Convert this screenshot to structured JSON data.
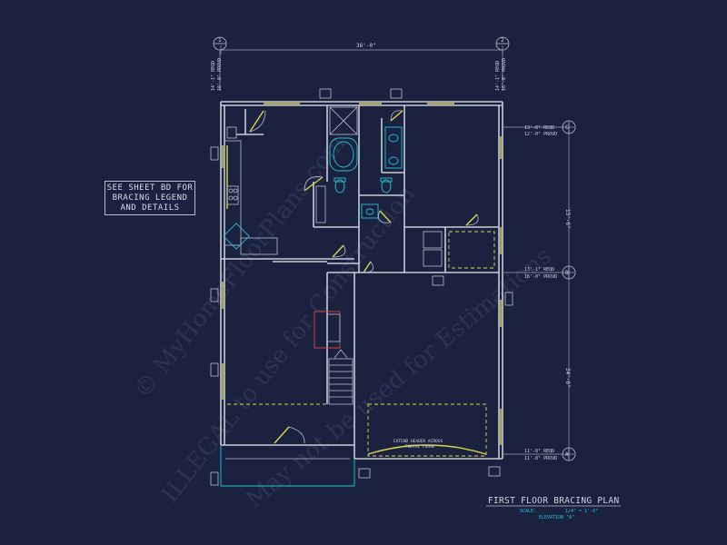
{
  "note": {
    "line1": "SEE SHEET BD FOR",
    "line2": "BRACING LEGEND",
    "line3": "AND DETAILS"
  },
  "title": {
    "main": "FIRST FLOOR BRACING PLAN",
    "scale_label": "SCALE:",
    "scale_value": "1/4\" = 1'-0\"",
    "elevation": "ELEVATION \"A\""
  },
  "dimensions": {
    "overall_width": "36'-0\"",
    "right_upper": "15'-6\"",
    "right_lower": "24'-6\""
  },
  "gridlines": {
    "left_top": "1",
    "right_top": "2",
    "right_c": "C",
    "right_b": "B",
    "right_a": "A"
  },
  "bracing_notes": {
    "c_line1": "13'-8\" REQD",
    "c_line2": "12'-0\" PROVD",
    "b_line1": "13'-1\" REQD",
    "b_line2": "16'-0\" PROVD",
    "a_line1": "11'-8\" REQD",
    "a_line2": "11'-8\" PROVD",
    "top_left_1": "14'-1\" REQD",
    "top_left_2": "16'-0\" PROVD",
    "top_right_1": "14'-1\" REQD",
    "top_right_2": "16'-0\" PROVD"
  },
  "annotations": {
    "header": "EXTEND HEADER ACROSS",
    "portal": "PORTAL FRAME"
  },
  "watermark": {
    "line1": "© MyHomeFloorPlans.com",
    "line2": "ILLEGAL to use for Construction",
    "line3": "May not be used for Estimations"
  },
  "colors": {
    "background": "#1b2240",
    "walls": "#c9ccd6",
    "bracing": "#d9d64a",
    "fixtures": "#22c5d8"
  }
}
